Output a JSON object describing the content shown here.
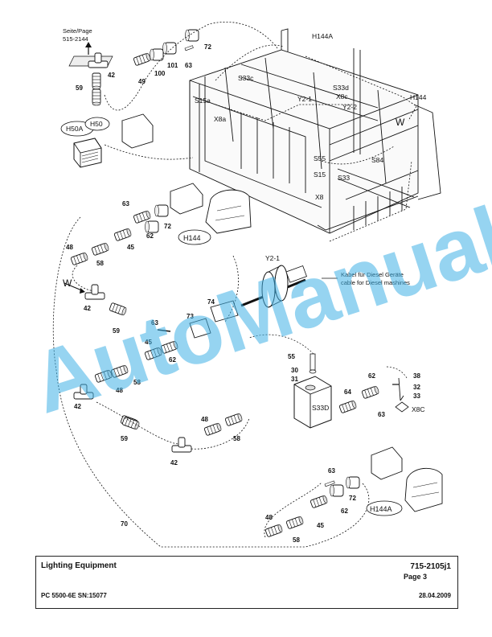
{
  "diagram": {
    "reference": {
      "line1": "Seite/Page",
      "line2": "515-2144"
    },
    "components": {
      "H144A": "H144A",
      "H144": "H144",
      "W": "W",
      "S33c": "S33c",
      "S15a": "S15a",
      "X8a": "X8a",
      "Y2_1": "Y2-1",
      "Y2_2": "Y2-2",
      "S33d": "S33d",
      "X8c": "X8c",
      "S55": "S55",
      "S15": "S15",
      "S33": "S33",
      "X8": "X8",
      "S84": "S84",
      "H50A": "H50A",
      "H50": "H50",
      "H144_oval": "H144",
      "W_left": "W",
      "Y2_1_mid": "Y2-1",
      "S33D_coil": "S33D",
      "X8C_right": "X8C",
      "H144A_oval": "H144A"
    },
    "cable_note": {
      "de": "Kabel für Diesel Geräte",
      "en": "cable for Diesel mashines"
    },
    "part_numbers": {
      "p72a": "72",
      "p101": "101",
      "p100": "100",
      "p49": "49",
      "p63a": "63",
      "p42a": "42",
      "p59a": "59",
      "p63b": "63",
      "p62a": "62",
      "p72b": "72",
      "p45a": "45",
      "p48a": "48",
      "p58a": "58",
      "p42b": "42",
      "p59b": "59",
      "p63c": "63",
      "p73": "73",
      "p74": "74",
      "p45b": "45",
      "p62b": "62",
      "p48b": "48",
      "p58b": "58",
      "p42c": "42",
      "p55": "55",
      "p30": "30",
      "p31": "31",
      "p62c": "62",
      "p38": "38",
      "p32": "32",
      "p33": "33",
      "p64": "64",
      "p63d": "63",
      "p48c": "48",
      "p58c": "58",
      "p59c": "59",
      "p42d": "42",
      "p63e": "63",
      "p72c": "72",
      "p62d": "62",
      "p48d": "48",
      "p45c": "45",
      "p58d": "58",
      "p70": "70"
    }
  },
  "watermark": "AutoManual",
  "footer": {
    "title": "Lighting Equipment",
    "doc_number": "715-2105j1",
    "page": "Page 3",
    "model": "PC 5500-6E SN:15077",
    "date": "28.04.2009"
  }
}
